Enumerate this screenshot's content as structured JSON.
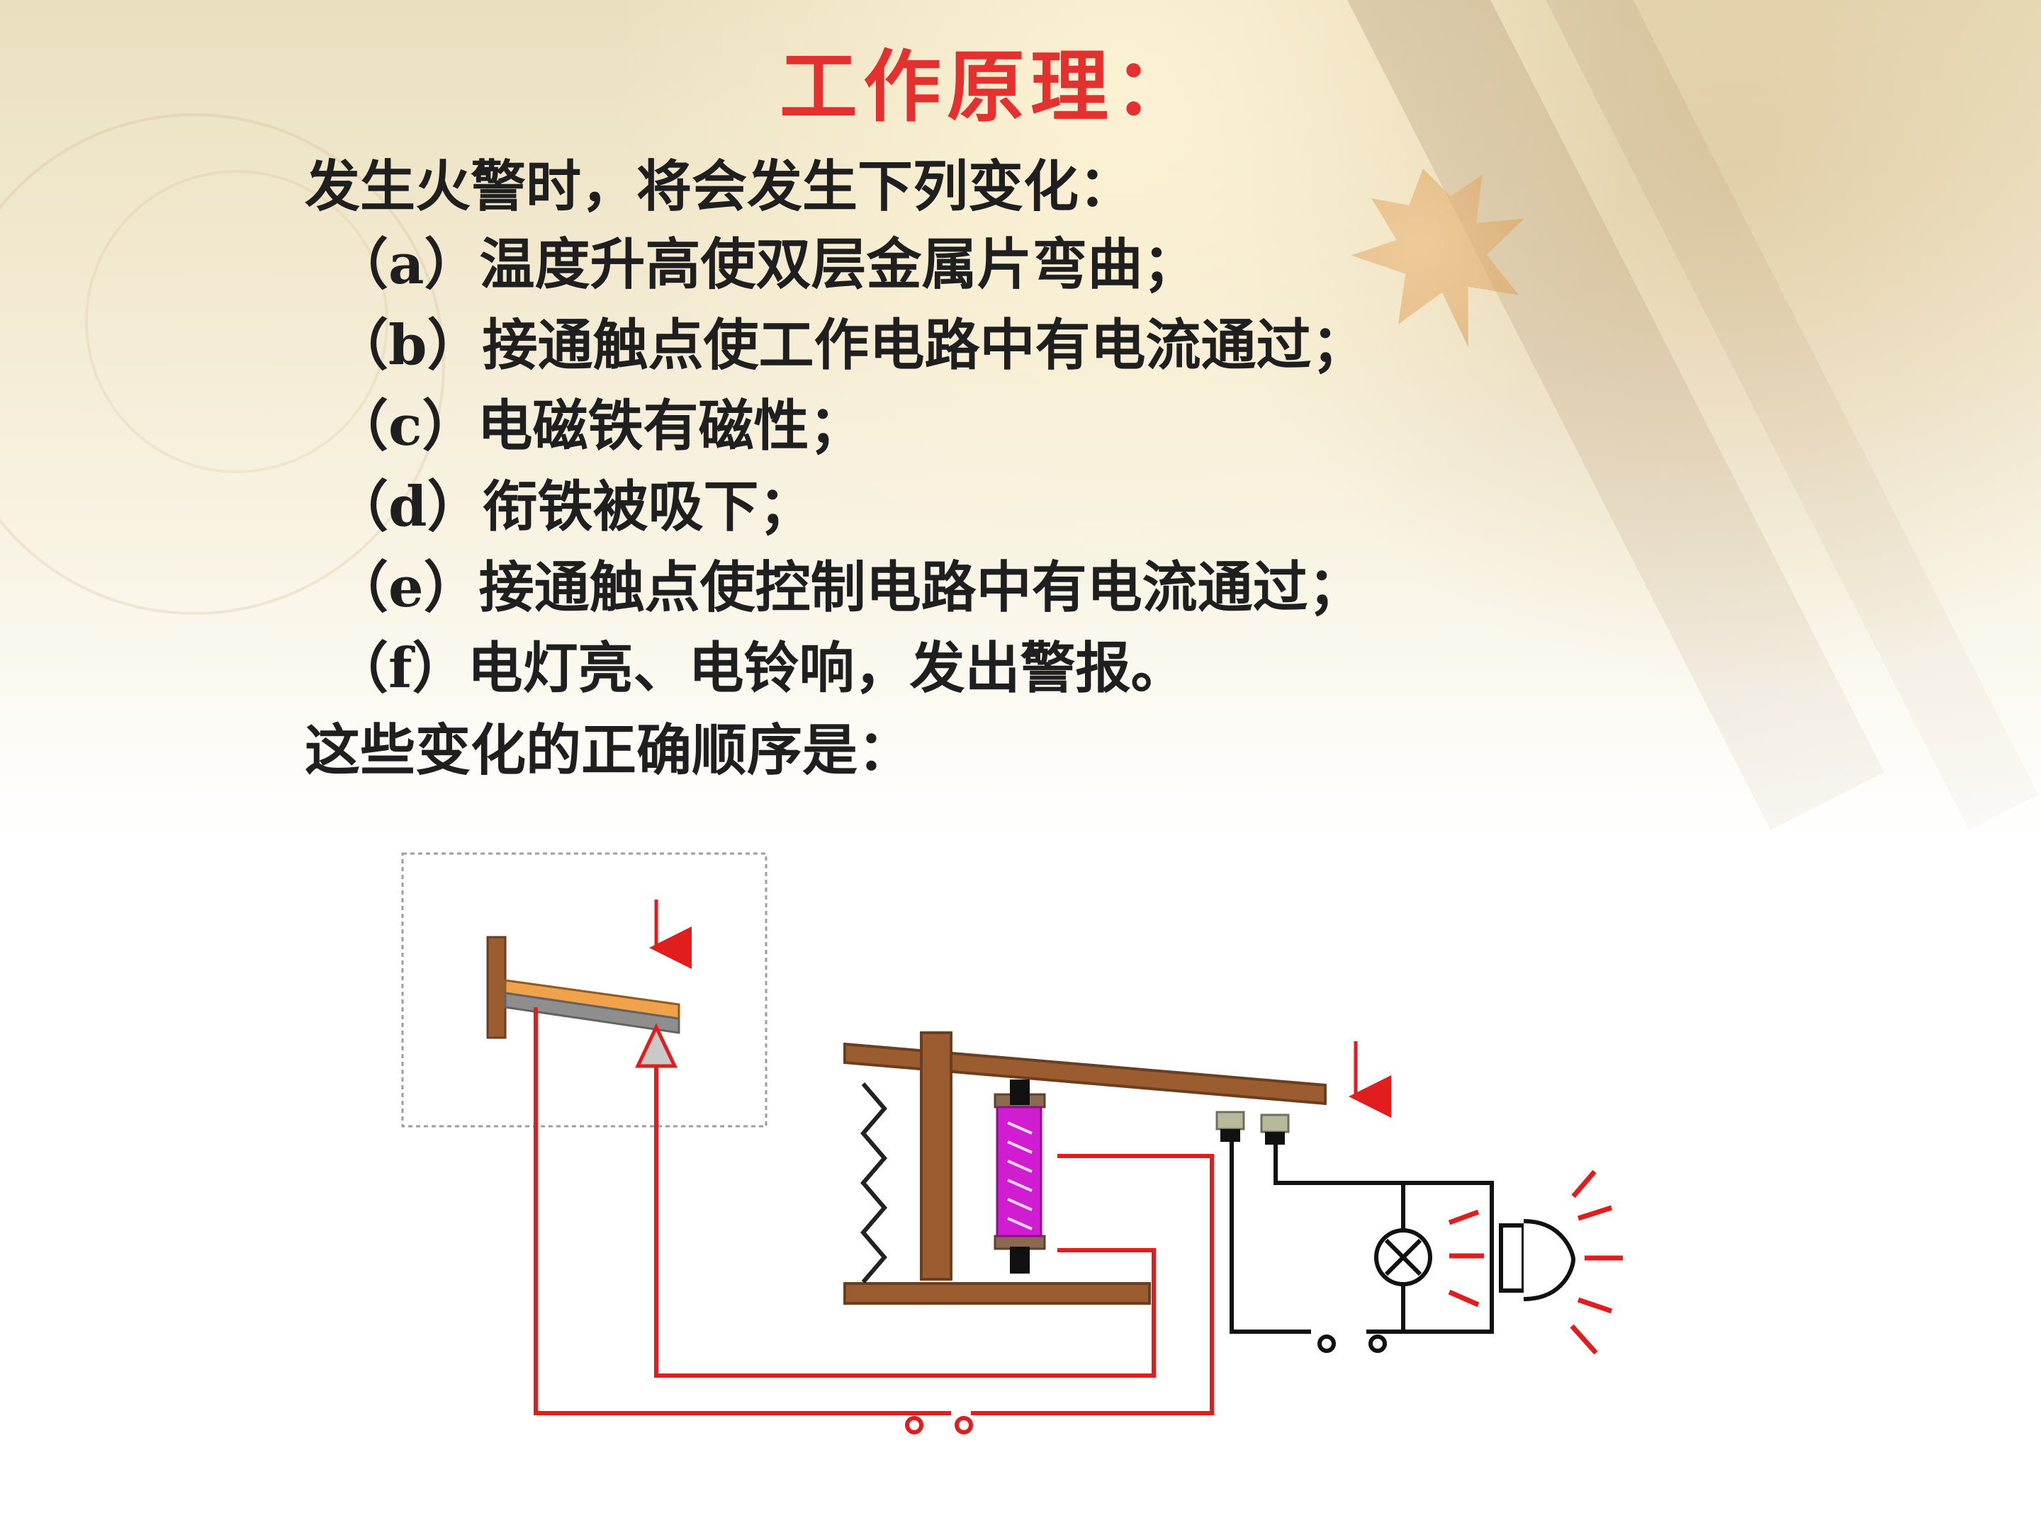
{
  "slide": {
    "title": "工作原理：",
    "intro": "发生火警时，将会发生下列变化：",
    "items": [
      "（a）温度升高使双层金属片弯曲；",
      "（b）接通触点使工作电路中有电流通过；",
      "（c）电磁铁有磁性；",
      "（d）衔铁被吸下；",
      "（e）接通触点使控制电路中有电流通过；",
      "（f）电灯亮、电铃响，发出警报。"
    ],
    "outro": "这些变化的正确顺序是："
  },
  "colors": {
    "title": "#e53030",
    "text": "#1f1f1f",
    "wire_red": "#e11d1d",
    "wire_black": "#111111",
    "wood": "#9b5d2f",
    "wood_dark": "#6a3f1f",
    "bimetal_orange": "#f0a24a",
    "bimetal_gray": "#8e8e8e",
    "coil": "#d11dd1",
    "dashed_box": "#9e9e9e",
    "contact": "#b8b89a"
  }
}
